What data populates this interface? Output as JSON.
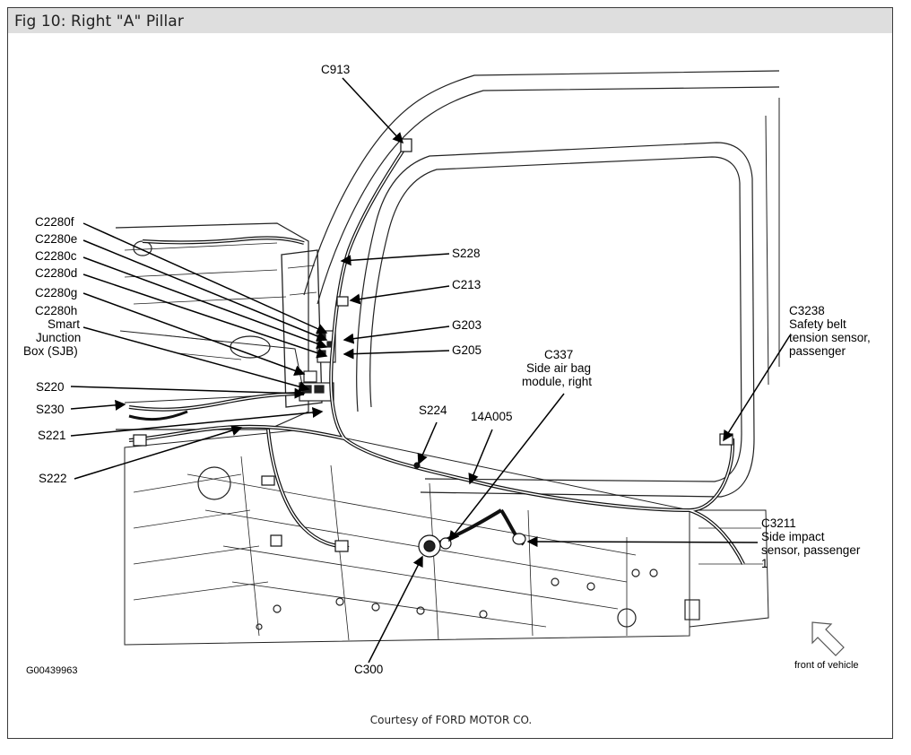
{
  "figure": {
    "title": "Fig 10: Right \"A\" Pillar",
    "courtesy": "Courtesy of FORD MOTOR CO.",
    "figure_id": "G00439963",
    "direction_label": "front of vehicle"
  },
  "labels": {
    "c913": "C913",
    "c2280f": "C2280f",
    "c2280e": "C2280e",
    "c2280c": "C2280c",
    "c2280d": "C2280d",
    "c2280g": "C2280g",
    "c2280h": "C2280h",
    "sjb_line1": "Smart",
    "sjb_line2": "Junction",
    "sjb_line3": "Box (SJB)",
    "s220": "S220",
    "s230": "S230",
    "s221": "S221",
    "s222": "S222",
    "s228": "S228",
    "c213": "C213",
    "g203": "G203",
    "g205": "G205",
    "c337": "C337",
    "c337_line2": "Side air bag",
    "c337_line3": "module, right",
    "s224": "S224",
    "a14a005": "14A005",
    "c3238": "C3238",
    "c3238_line2": "Safety belt",
    "c3238_line3": "tension sensor,",
    "c3238_line4": "passenger",
    "c3211": "C3211",
    "c3211_line2": "Side impact",
    "c3211_line3": "sensor, passenger",
    "c3211_line4": "1",
    "c300": "C300"
  }
}
